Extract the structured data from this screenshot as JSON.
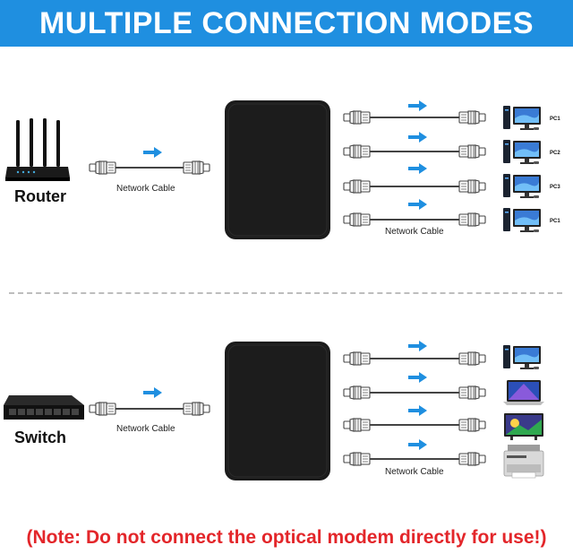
{
  "banner": {
    "title": "MULTIPLE CONNECTION MODES",
    "bg_color": "#1f8fe0"
  },
  "top_section": {
    "source_label": "Router",
    "source_icon": "router-icon",
    "input_cable_label": "Network Cable",
    "output_cable_label": "Network Cable",
    "devices": [
      {
        "icon": "desktop-pc-icon",
        "tag": "PC1"
      },
      {
        "icon": "desktop-pc-icon",
        "tag": "PC2"
      },
      {
        "icon": "desktop-pc-icon",
        "tag": "PC3"
      },
      {
        "icon": "desktop-pc-icon",
        "tag": "PC1"
      }
    ]
  },
  "bottom_section": {
    "source_label": "Switch",
    "source_icon": "network-switch-icon",
    "input_cable_label": "Network Cable",
    "output_cable_label": "Network Cable",
    "devices": [
      {
        "icon": "desktop-pc-icon"
      },
      {
        "icon": "laptop-icon"
      },
      {
        "icon": "smart-tv-icon"
      },
      {
        "icon": "printer-icon"
      }
    ]
  },
  "note": {
    "text": "(Note: Do not connect the optical modem directly for use!)",
    "color": "#e3262a"
  },
  "colors": {
    "arrow": "#1f8fe0",
    "hub_box": "#1c1c1c"
  }
}
